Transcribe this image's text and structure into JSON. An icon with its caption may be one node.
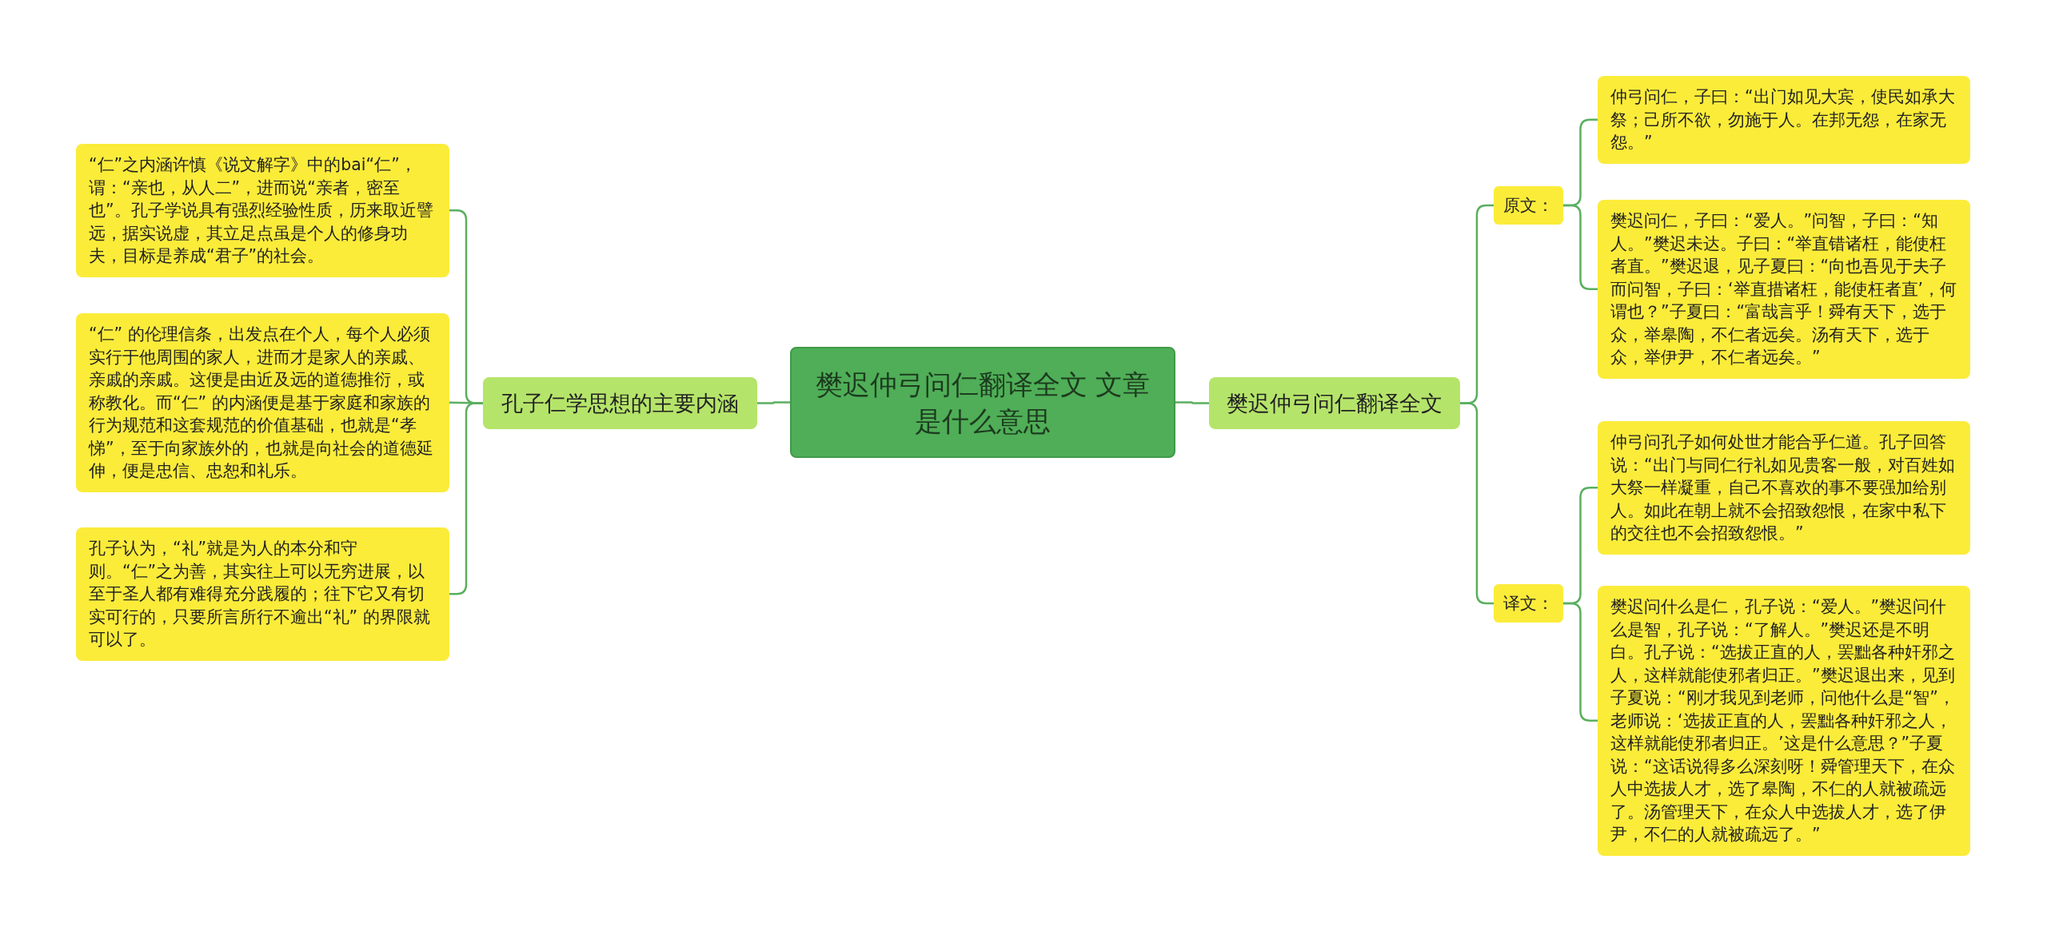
{
  "diagram": {
    "nodes": [
      {
        "text": [
          "樊迟仲弓问仁翻译全文 文章是什么意思"
        ]
      },
      {
        "text": [
          "孔子仁学思想的主要内涵"
        ]
      },
      {
        "text": [
          "“仁”之内涵许慎《说文解字》中的bai“仁”，谓：“亲也，从人二”，进而说“亲者，密至也”。孔子学说具有强烈经验性质，历来取近譬远，据实说虚，其立足点虽是个人的修身功夫，目标是养成“君子”的社会。"
        ]
      },
      {
        "text": [
          "“仁” 的伦理信条，出发点在个人，每个人必须实行于他周围的家人，进而才是家人的亲戚、亲戚的亲戚。这便是由近及远的道德推衍，或称教化。而“仁” 的内涵便是基于家庭和家族的行为规范和这套规范的价值基础，也就是“孝悌”，至于向家族外的，也就是向社会的道德延伸，便是忠信、忠恕和礼乐。"
        ]
      },
      {
        "text": [
          "孔子认为，“礼”就是为人的本分和守则。“仁”之为善，其实往上可以无穷进展，以至于圣人都有难得充分践履的；往下它又有切实可行的，只要所言所行不逾出“礼” 的界限就可以了。"
        ]
      },
      {
        "text": [
          "樊迟仲弓问仁翻译全文"
        ]
      },
      {
        "text": [
          "原文："
        ]
      },
      {
        "text": [
          "仲弓问仁，子曰：“出门如见大宾，使民如承大祭；己所不欲，勿施于人。在邦无怨，在家无怨。”"
        ]
      },
      {
        "text": [
          "樊迟问仁，子曰：“爱人。”问智，子曰：“知人。”樊迟未达。子曰：“举直错诸枉，能使枉者直。”樊迟退，见子夏曰：“向也吾见于夫子而问智，子曰：‘举直措诸枉，能使枉者直’，何谓也？”子夏曰：“富哉言乎！舜有天下，选于众，举皋陶，不仁者远矣。汤有天下，选于众，举伊尹，不仁者远矣。”"
        ]
      },
      {
        "text": [
          "译文："
        ]
      },
      {
        "text": [
          "仲弓问孔子如何处世才能合乎仁道。孔子回答说：“出门与同仁行礼如见贵客一般，对百姓如大祭一样凝重，自己不喜欢的事不要强加给别人。如此在朝上就不会招致怨恨，在家中私下的交往也不会招致怨恨。”"
        ]
      },
      {
        "text": [
          "樊迟问什么是仁，孔子说：“爱人。”樊迟问什么是智，孔子说：“了解人。”樊迟还是不明白。孔子说：“选拔正直的人，罢黜各种奸邪之人，这样就能使邪者归正。”樊迟退出来，见到子夏说：“刚才我见到老师，问他什么是“智”，老师说：‘选拔正直的人，罢黜各种奸邪之人，这样就能使邪者归正。’这是什么意思？”子夏说：“这话说得多么深刻呀！舜管理天下，在众人中选拔人才，选了皋陶，不仁的人就被疏远了。汤管理天下，在众人中选拔人才，选了伊尹，不仁的人就被疏远了。”"
        ]
      }
    ],
    "edges": [
      {
        "from": 0,
        "to": 1,
        "arrow": "none"
      },
      {
        "from": 1,
        "to": 2,
        "arrow": "none"
      },
      {
        "from": 1,
        "to": 3,
        "arrow": "none"
      },
      {
        "from": 1,
        "to": 4,
        "arrow": "none"
      },
      {
        "from": 0,
        "to": 5,
        "arrow": "none"
      },
      {
        "from": 5,
        "to": 6,
        "arrow": "none"
      },
      {
        "from": 5,
        "to": 9,
        "arrow": "none"
      },
      {
        "from": 6,
        "to": 7,
        "arrow": "none"
      },
      {
        "from": 6,
        "to": 8,
        "arrow": "none"
      },
      {
        "from": 9,
        "to": 10,
        "arrow": "none"
      },
      {
        "from": 9,
        "to": 11,
        "arrow": "none"
      }
    ]
  }
}
